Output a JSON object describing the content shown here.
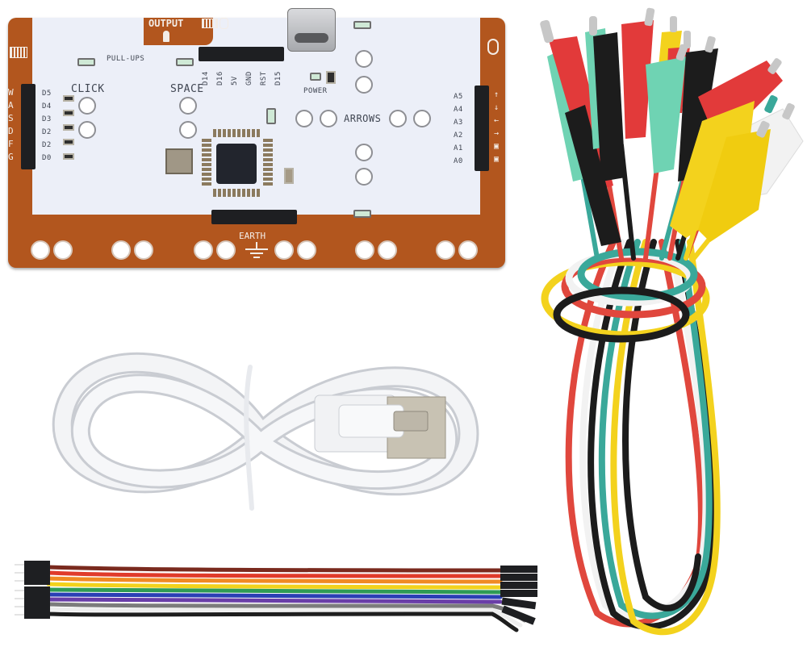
{
  "scene": {
    "description": "Product photo: touch-controller board kit with USB-C cable, jumper wires and alligator clip leads",
    "background": "#ffffff"
  },
  "board": {
    "pcb_color": "#b2561e",
    "panel_color": "#eceff8",
    "labels": {
      "output": "OUTPUT",
      "pull_ups": "PULL-UPS",
      "click": "CLICK",
      "space": "SPACE",
      "power": "POWER",
      "arrows": "ARROWS",
      "earth": "EARTH"
    },
    "top_header_pins": [
      "D14",
      "D16",
      "5V",
      "GND",
      "RST",
      "D15"
    ],
    "left_keys": [
      "W",
      "A",
      "S",
      "D",
      "F",
      "G"
    ],
    "left_pins": [
      "D5",
      "D4",
      "D3",
      "D2",
      "D2",
      "D0"
    ],
    "right_pins": [
      "A5",
      "A4",
      "A3",
      "A2",
      "A1",
      "A0"
    ],
    "right_icons": [
      "arrow-up",
      "arrow-down",
      "arrow-left",
      "arrow-right",
      "mouse-left",
      "mouse-right"
    ]
  },
  "usb_cable": {
    "color": "#f2f3f5",
    "connector_a": "USB-A",
    "connector_c": "USB-C"
  },
  "jumper_wires": {
    "colors": [
      "#7a2a1e",
      "#e03b2b",
      "#f08a24",
      "#f2d21c",
      "#2e9b55",
      "#2b3fb5",
      "#6a3ea8",
      "#7c7c7c",
      "#f5f5f5",
      "#1e1e1e"
    ]
  },
  "alligator_clips": {
    "colors": [
      "#e23a3a",
      "#1c1c1c",
      "#6fd3b3",
      "#f3d21d",
      "#f2f2f2"
    ]
  }
}
